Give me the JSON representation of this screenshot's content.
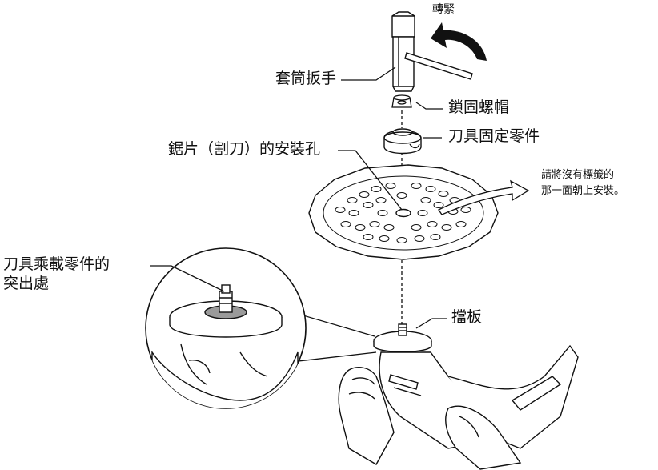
{
  "labels": {
    "tighten": "轉緊",
    "socket_wrench": "套筒扳手",
    "lock_nut": "鎖固螺帽",
    "blade_holder": "刀具固定零件",
    "blade_hole": "鋸片（割刀）的安裝孔",
    "install_note_line1": "請將沒有標籤的",
    "install_note_line2": "那一面朝上安裝。",
    "blade_seat_line1": "刀具乘載零件的",
    "blade_seat_line2": "突出處",
    "baffle": "擋板"
  },
  "colors": {
    "line": "#111111",
    "gray_fill": "#9a9a9a",
    "light_fill": "#f4f4f4",
    "background": "#ffffff"
  },
  "icons": {
    "arrow_curved": "curved-tighten-arrow",
    "arrow_side": "outline-arrow"
  }
}
